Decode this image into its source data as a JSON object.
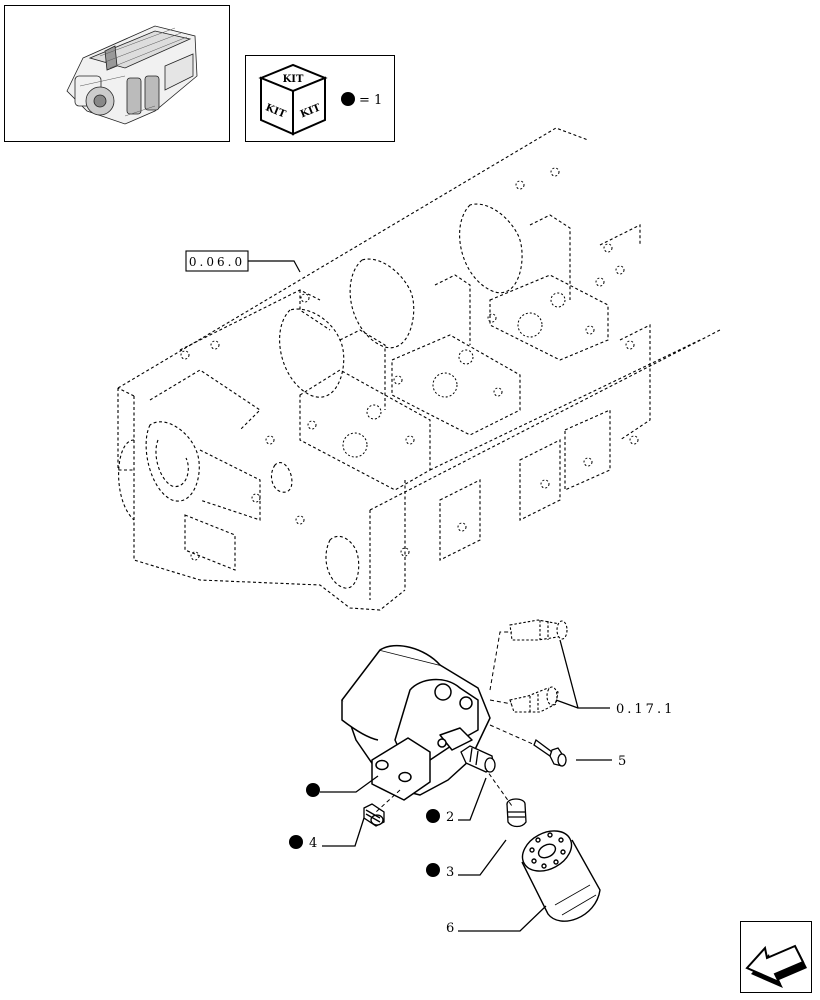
{
  "kit": {
    "cube_labels": [
      "KIT",
      "KIT",
      "KIT"
    ],
    "legend_text": "= 1"
  },
  "references": {
    "block_ref": "0.06.0",
    "sensor_ref": "0.17.1"
  },
  "callouts": {
    "c2": "2",
    "c3": "3",
    "c4": "4",
    "c5": "5",
    "c6": "6"
  },
  "icons": {
    "engine": "engine-thumbnail-icon",
    "kit": "kit-cube-icon",
    "nav": "next-page-arrow-icon"
  }
}
